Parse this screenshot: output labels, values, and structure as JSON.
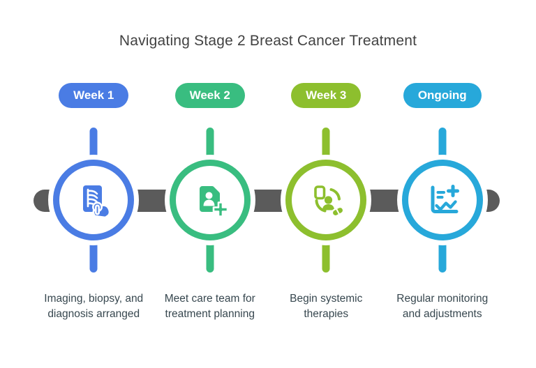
{
  "title": "Navigating Stage 2 Breast Cancer Treatment",
  "colors": {
    "background": "#ffffff",
    "bar": "#5b5b5b",
    "title_text": "#424242",
    "description_text": "#37474f"
  },
  "timeline": {
    "steps": [
      {
        "badge": "Week 1",
        "color": "#4a7ce4",
        "icon": "xray-report-icon",
        "desc_line1": "Imaging, biopsy, and",
        "desc_line2": "diagnosis arranged"
      },
      {
        "badge": "Week 2",
        "color": "#39bd80",
        "icon": "care-team-file-icon",
        "desc_line1": "Meet care team for",
        "desc_line2": "treatment planning"
      },
      {
        "badge": "Week 3",
        "color": "#8dbf2e",
        "icon": "systemic-therapy-icon",
        "desc_line1": "Begin systemic",
        "desc_line2": "therapies"
      },
      {
        "badge": "Ongoing",
        "color": "#27a8da",
        "icon": "monitoring-chart-icon",
        "desc_line1": "Regular monitoring",
        "desc_line2": "and adjustments"
      }
    ]
  }
}
